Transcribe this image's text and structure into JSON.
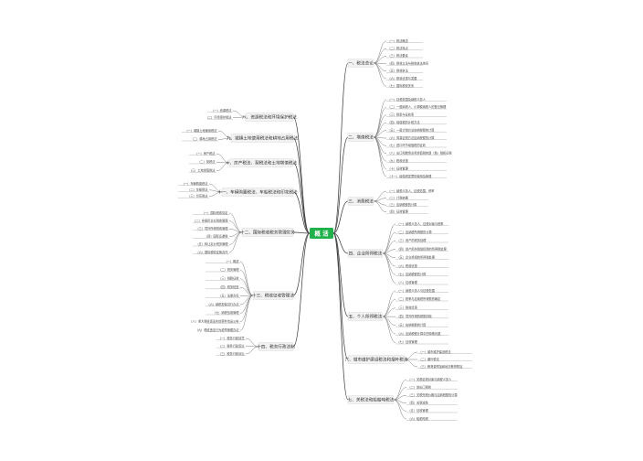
{
  "center": {
    "label": "概 活",
    "color": "#21b14b"
  },
  "branches": [
    {
      "title": "一、税法总论",
      "side": "right",
      "items": [
        "（一）税法概念",
        "（二）税法特点",
        "（三）税法要素",
        "（四）税收立法与税收执法体系",
        "（五）税收执法",
        "（六）税收优惠与发展",
        "（七）国际税收关系"
      ]
    },
    {
      "title": "二、增值税法",
      "side": "right",
      "items": [
        "（一）征税范围及纳税义务人",
        "（二）一般纳税人、小规模纳税人的登记管理",
        "（三）税率与征收率",
        "（四）增值税的计税方法",
        "（五）一般计税方法应纳税额的计算",
        "（六）简易征税方法应纳税额的计算",
        "（七）进口环节增值税的征收",
        "（八）出口和跨境业务增值税的退（免）税和征税",
        "（九）税收优惠",
        "（十）征收管理",
        "（十一）增值税发票的使用及管理"
      ]
    },
    {
      "title": "三、消费税法",
      "side": "right",
      "items": [
        "（一）纳税义务人、征税范围、税率",
        "（二）计税依据",
        "（三）应纳税额的计算",
        "（四）征收管理"
      ]
    },
    {
      "title": "四、企业所得税法",
      "side": "right",
      "items": [
        "（一）纳税义务人、征税对象与税率",
        "（二）应纳税所得额的计算",
        "（三）资产的税务处理",
        "（四）资产损失税前扣除的所得税处理",
        "（五）企业重组的所得税处理",
        "（六）税收优惠",
        "（七）应纳税额的计算",
        "（八）征收管理"
      ]
    },
    {
      "title": "五、个人所得税法",
      "side": "right",
      "items": [
        "（一）纳税义务人与征税范围",
        "（二）税率与应纳税所得额的确定",
        "（三）税收优惠",
        "（四）境外所得的税额扣除",
        "（五）应纳税额的计算",
        "（六）应纳税额计算中的特殊问题",
        "（七）征收管理"
      ]
    },
    {
      "title": "六、城市维护建设税法和烟叶税法",
      "side": "right",
      "items": [
        "（一）城市维护建设税法",
        "（二）烟叶税法",
        "（三）教育费附加和地方教育附加"
      ]
    },
    {
      "title": "七、关税法和船舶吨税法",
      "side": "right",
      "items": [
        "（一）关税征税对象与纳税义务人",
        "（二）进出口税则",
        "（三）关税完税价格与应纳税额的计算",
        "（四）关税减免",
        "（五）征收管理",
        "（六）船舶吨税"
      ]
    },
    {
      "title": "八、资源税法和环境保护税法",
      "side": "left",
      "items": [
        "（一）资源税法",
        "（二）环境保护税法"
      ]
    },
    {
      "title": "九、城镇土地使用税法和耕地占用税法",
      "side": "left",
      "items": [
        "（一）城镇土地使用税法",
        "（二）耕地占用税法"
      ]
    },
    {
      "title": "十、房产税法、契税法和土地增值税法",
      "side": "left",
      "items": [
        "（一）房产税法",
        "（二）契税法",
        "（三）土地增值税法"
      ]
    },
    {
      "title": "十一、车辆购置税法、车船税法和印花税法",
      "side": "left",
      "items": [
        "（一）车辆购置税法",
        "（二）车船税法",
        "（三）印花税法"
      ]
    },
    {
      "title": "十二、国际税收税务管理实务",
      "side": "left",
      "items": [
        "（一）国际税收协定",
        "（二）非居民企业税收管理",
        "（三）境外所得税收管理",
        "（四）国际反避税",
        "（五）转让定价税务管理",
        "（六）国际税收征管合作"
      ]
    },
    {
      "title": "十三、税收征收管理法",
      "side": "left",
      "items": [
        "（一）概述",
        "（二）税务管理",
        "（三）税款征收",
        "（四）税务检查",
        "（五）法律责任",
        "（六）纳税担保试行办法",
        "（七）纳税信用管理",
        "（八）重大税收违法失信案件信息公布",
        "（九）税收违法行为检举管理办法"
      ]
    },
    {
      "title": "十四、税务行政法制",
      "side": "left",
      "items": [
        "（一）税务行政处罚",
        "（二）税务行政复议",
        "（三）税务行政诉讼"
      ]
    }
  ]
}
